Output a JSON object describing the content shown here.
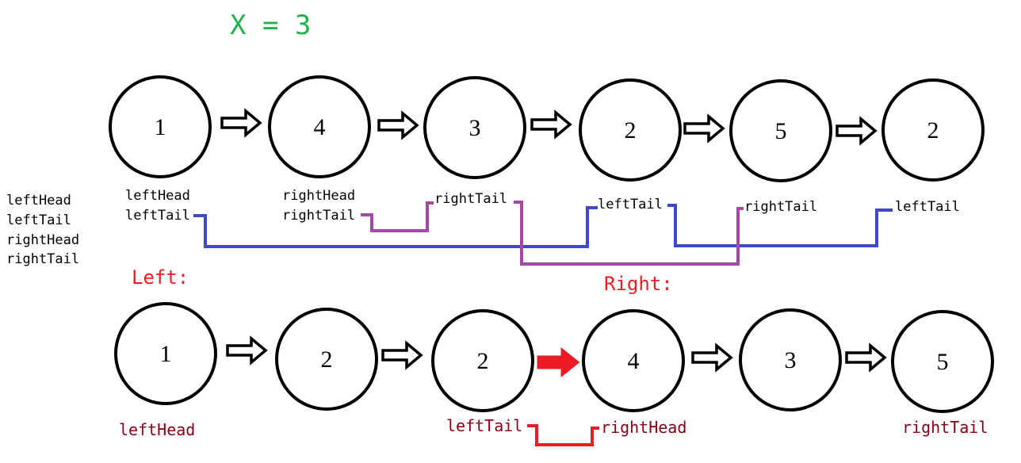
{
  "header": {
    "text": "X = 3"
  },
  "legend": [
    "leftHead",
    "leftTail",
    "rightHead",
    "rightTail"
  ],
  "top_nodes": [
    "1",
    "4",
    "3",
    "2",
    "5",
    "2"
  ],
  "top_labels": {
    "n1_a": "leftHead",
    "n1_b": "leftTail",
    "n2_a": "rightHead",
    "n2_b": "rightTail",
    "n3": "rightTail",
    "n4": "leftTail",
    "n5": "rightTail",
    "n6": "leftTail"
  },
  "sections": {
    "left": "Left:",
    "right": "Right:"
  },
  "bottom_nodes": [
    "1",
    "2",
    "2",
    "4",
    "3",
    "5"
  ],
  "bottom_labels": {
    "left_head": "leftHead",
    "left_tail": "leftTail",
    "right_head": "rightHead",
    "right_tail": "rightTail"
  },
  "colors": {
    "header": "#22b14c",
    "section": "#ed1c24",
    "bottom_label": "#880015",
    "left_link": "#3f48cc",
    "right_link": "#a349a4",
    "join_link": "#ed1c24",
    "join_arrow": "#ed1c24"
  }
}
